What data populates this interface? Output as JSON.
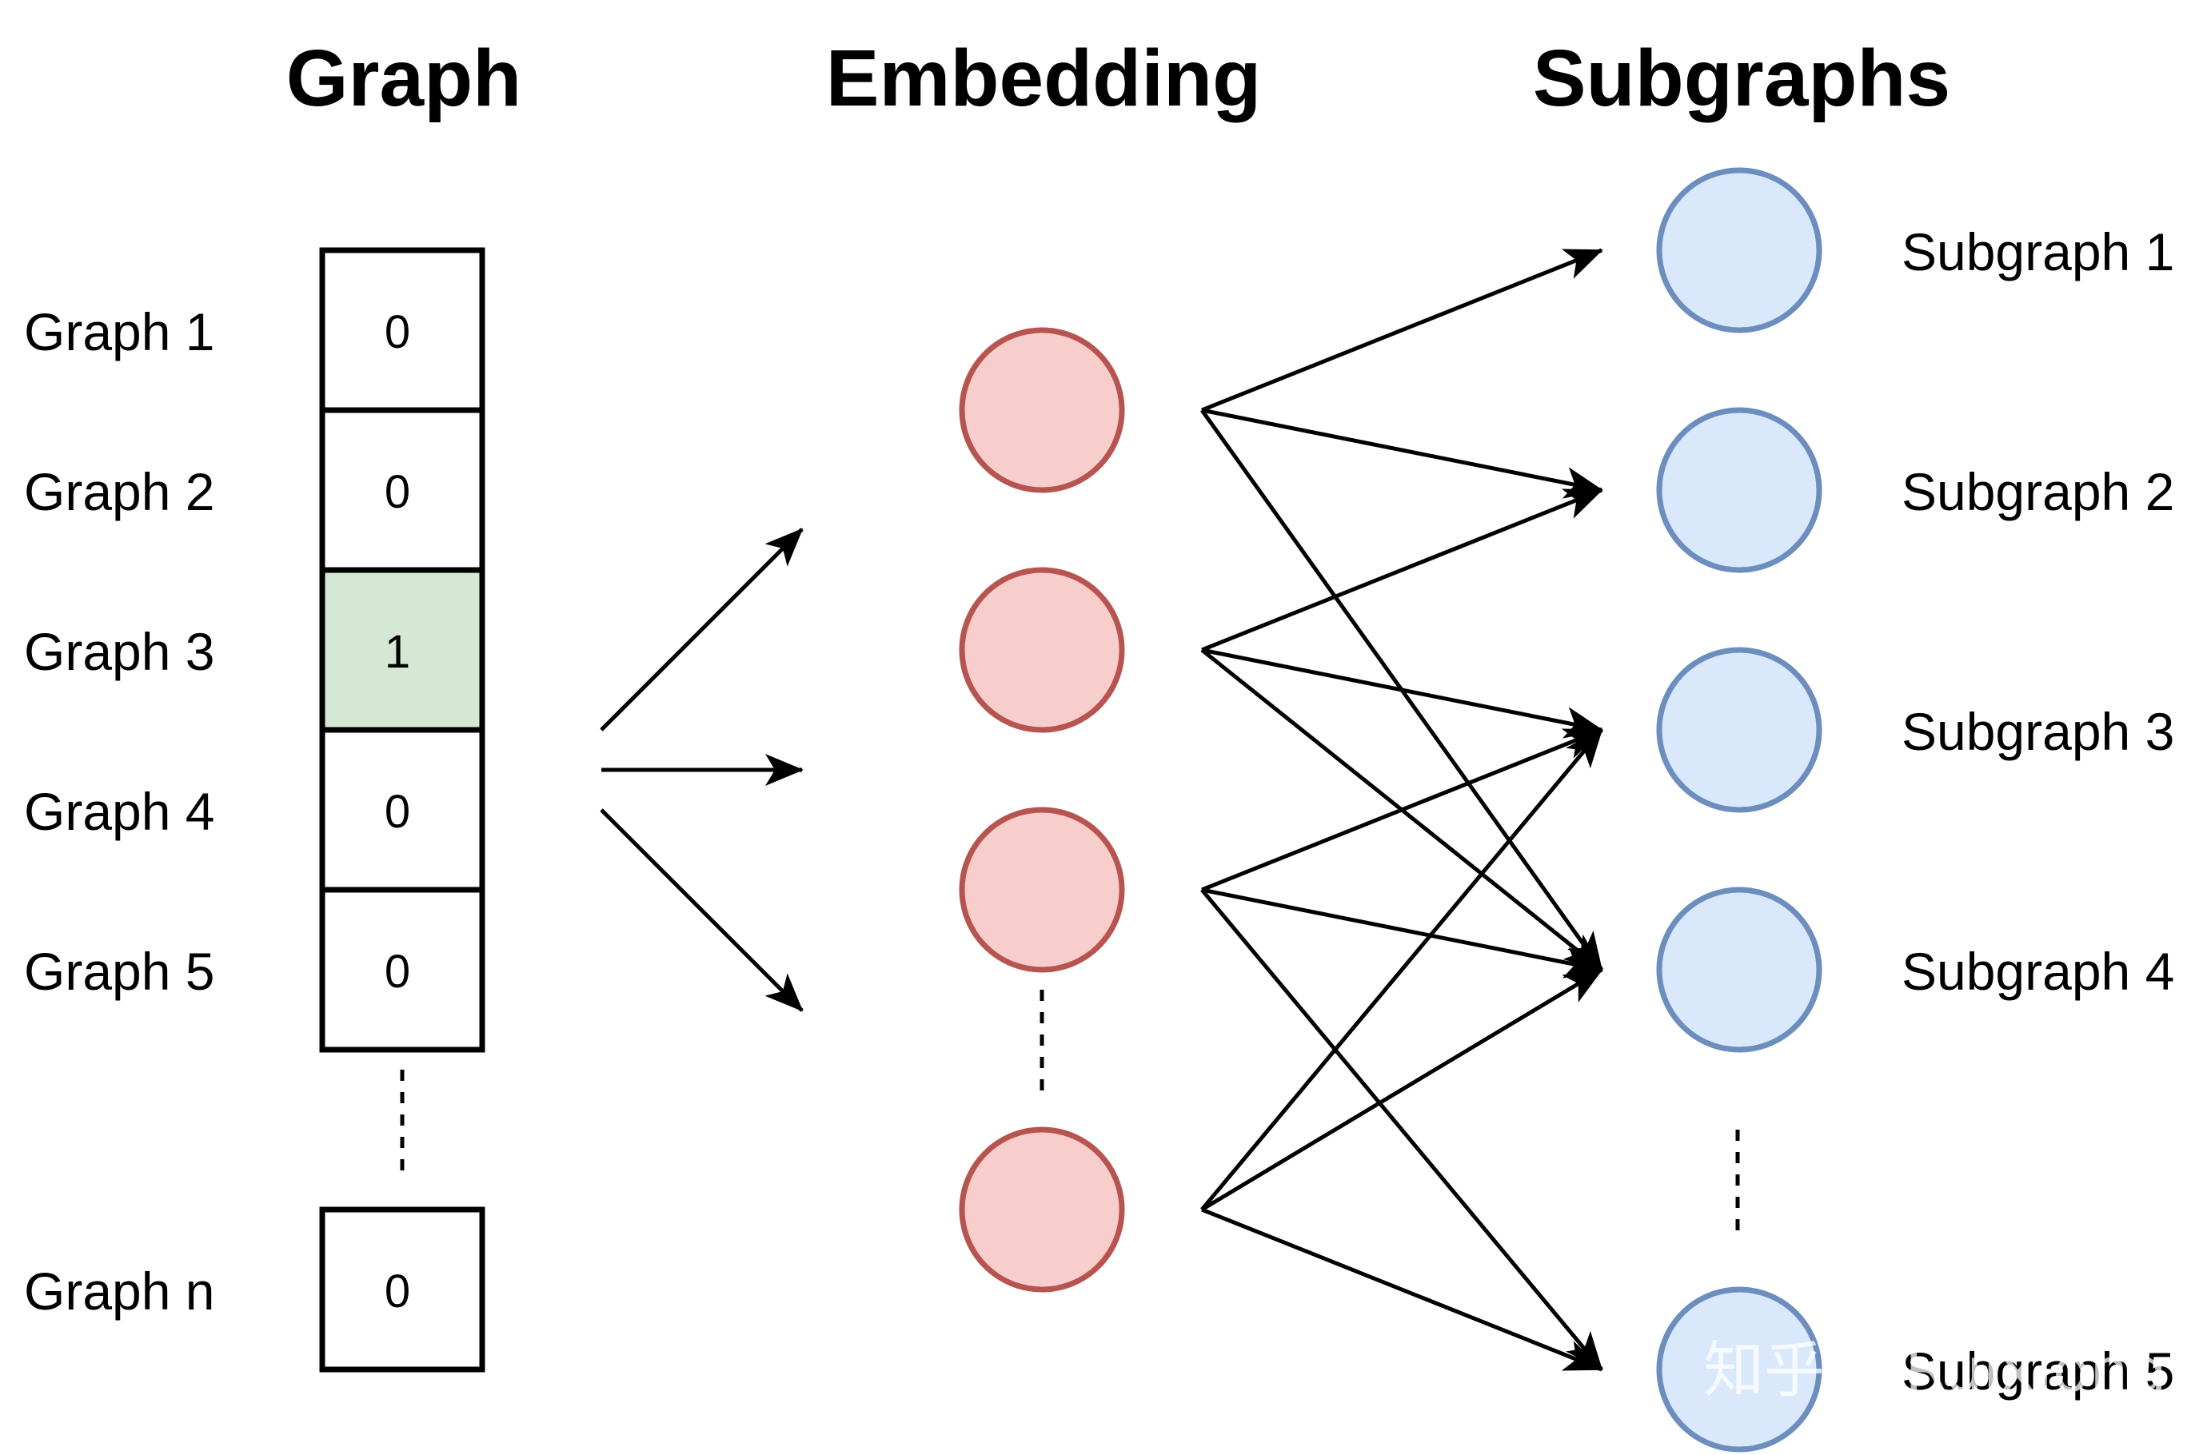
{
  "headings": {
    "graph": "Graph",
    "embedding": "Embedding",
    "subgraphs": "Subgraphs"
  },
  "graph_vector": [
    {
      "label": "Graph 1",
      "value": "0",
      "highlighted": false
    },
    {
      "label": "Graph 2",
      "value": "0",
      "highlighted": false
    },
    {
      "label": "Graph 3",
      "value": "1",
      "highlighted": true
    },
    {
      "label": "Graph 4",
      "value": "0",
      "highlighted": false
    },
    {
      "label": "Graph 5",
      "value": "0",
      "highlighted": false
    },
    {
      "label": "Graph n",
      "value": "0",
      "highlighted": false
    }
  ],
  "embedding_nodes": [
    "node-1",
    "node-2",
    "node-3",
    "node-n"
  ],
  "subgraphs": [
    {
      "label": "Subgraph 1"
    },
    {
      "label": "Subgraph 2"
    },
    {
      "label": "Subgraph 3"
    },
    {
      "label": "Subgraph 4"
    },
    {
      "label": "Subgraph 5"
    }
  ],
  "connections": [
    [
      0,
      0
    ],
    [
      0,
      1
    ],
    [
      0,
      3
    ],
    [
      1,
      1
    ],
    [
      1,
      2
    ],
    [
      1,
      3
    ],
    [
      2,
      2
    ],
    [
      2,
      3
    ],
    [
      2,
      4
    ],
    [
      3,
      2
    ],
    [
      3,
      3
    ],
    [
      3,
      4
    ]
  ],
  "watermark": "知乎 @Ruixiong",
  "colors": {
    "highlight_fill": "#d5e8d4",
    "embedding_fill": "#f8cecc",
    "embedding_stroke": "#b85450",
    "subgraph_fill": "#dae8fc",
    "subgraph_stroke": "#6c8ebf",
    "line": "#000000"
  }
}
